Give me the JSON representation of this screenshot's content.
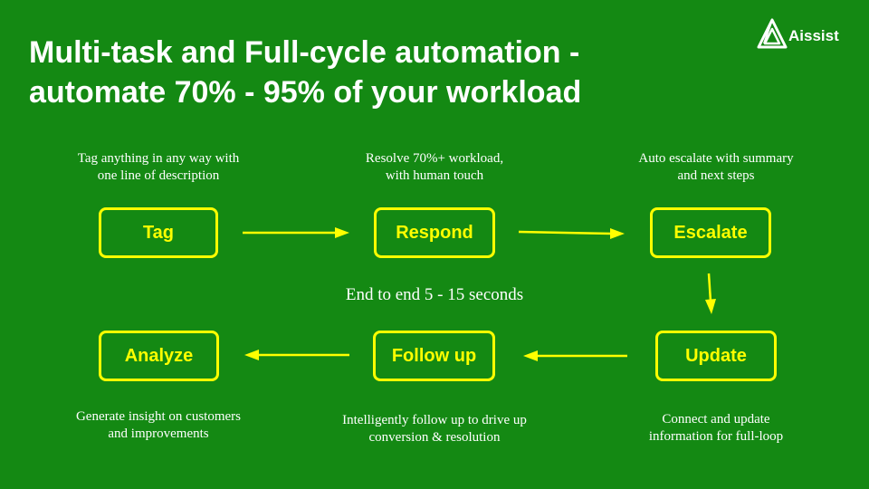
{
  "slide": {
    "title_line1": "Multi-task and Full-cycle automation -",
    "title_line2": "automate 70% - 95% of your workload",
    "logo_text": "Aissist",
    "center_note": "End to end 5 - 15 seconds"
  },
  "steps": {
    "tag": {
      "label": "Tag",
      "desc_line1": "Tag anything in any way with",
      "desc_line2": "one line of description"
    },
    "respond": {
      "label": "Respond",
      "desc_line1": "Resolve 70%+ workload,",
      "desc_line2": "with human touch"
    },
    "escalate": {
      "label": "Escalate",
      "desc_line1": "Auto escalate with summary",
      "desc_line2": "and next steps"
    },
    "update": {
      "label": "Update",
      "desc_line1": "Connect and update",
      "desc_line2": "information for full-loop"
    },
    "follow_up": {
      "label": "Follow up",
      "desc_line1": "Intelligently follow up to drive up",
      "desc_line2": "conversion & resolution"
    },
    "analyze": {
      "label": "Analyze",
      "desc_line1": "Generate insight on customers",
      "desc_line2": "and improvements"
    }
  },
  "colors": {
    "background": "#148913",
    "accent": "#ffff00",
    "text": "#ffffff"
  },
  "icons": {
    "logo": "aissist-logo-icon",
    "arrow": "arrow-icon"
  }
}
